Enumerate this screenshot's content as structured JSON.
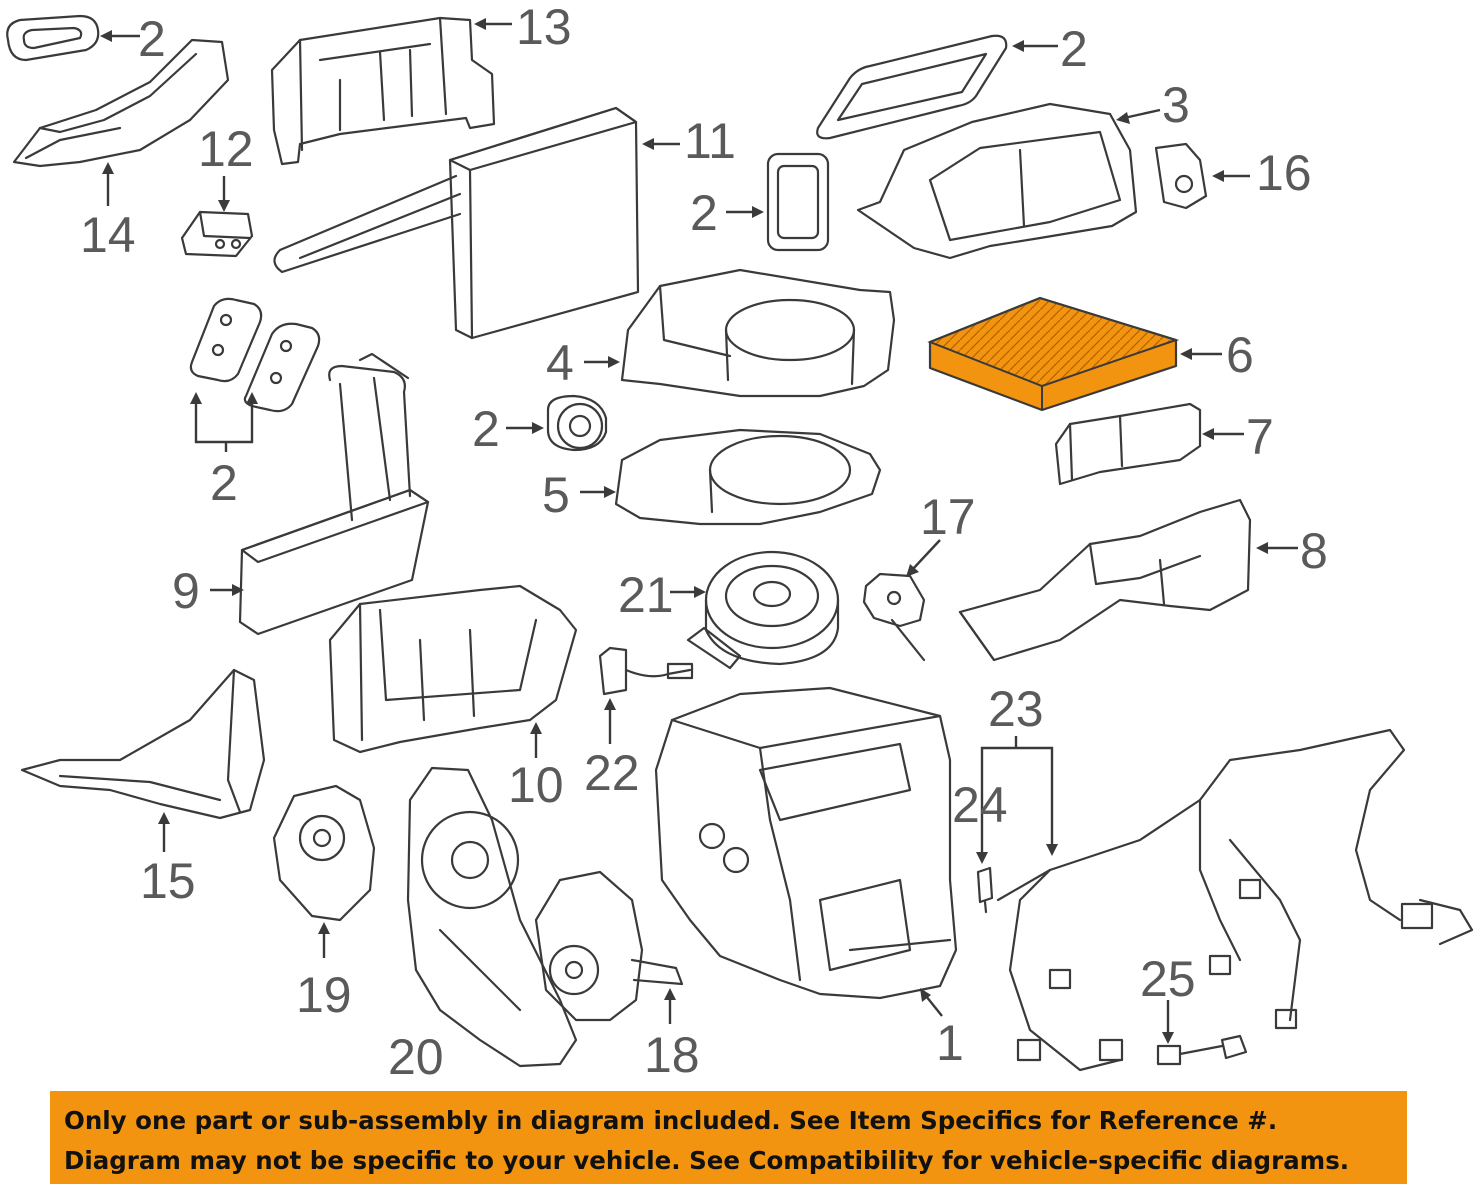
{
  "diagram": {
    "callouts": [
      {
        "id": "c2a",
        "text": "2"
      },
      {
        "id": "c13",
        "text": "13"
      },
      {
        "id": "c2b",
        "text": "2"
      },
      {
        "id": "c3",
        "text": "3"
      },
      {
        "id": "c12",
        "text": "12"
      },
      {
        "id": "c11",
        "text": "11"
      },
      {
        "id": "c16",
        "text": "16"
      },
      {
        "id": "c14",
        "text": "14"
      },
      {
        "id": "c2c",
        "text": "2"
      },
      {
        "id": "c6",
        "text": "6"
      },
      {
        "id": "c4",
        "text": "4"
      },
      {
        "id": "c2d",
        "text": "2"
      },
      {
        "id": "c7",
        "text": "7"
      },
      {
        "id": "c2e",
        "text": "2"
      },
      {
        "id": "c5",
        "text": "5"
      },
      {
        "id": "c17",
        "text": "17"
      },
      {
        "id": "c8",
        "text": "8"
      },
      {
        "id": "c9",
        "text": "9"
      },
      {
        "id": "c21",
        "text": "21"
      },
      {
        "id": "c23",
        "text": "23"
      },
      {
        "id": "c10",
        "text": "10"
      },
      {
        "id": "c22",
        "text": "22"
      },
      {
        "id": "c24",
        "text": "24"
      },
      {
        "id": "c15",
        "text": "15"
      },
      {
        "id": "c25",
        "text": "25"
      },
      {
        "id": "c19",
        "text": "19"
      },
      {
        "id": "c1",
        "text": "1"
      },
      {
        "id": "c20",
        "text": "20"
      },
      {
        "id": "c18",
        "text": "18"
      }
    ],
    "highlight_color": "#f2940f"
  },
  "banner": {
    "line1": "Only one part or sub-assembly in diagram included. See Item Specifics for Reference #.",
    "line2": "Diagram may not be specific to your vehicle. See Compatibility for vehicle-specific diagrams.",
    "background": "#f2940f"
  }
}
